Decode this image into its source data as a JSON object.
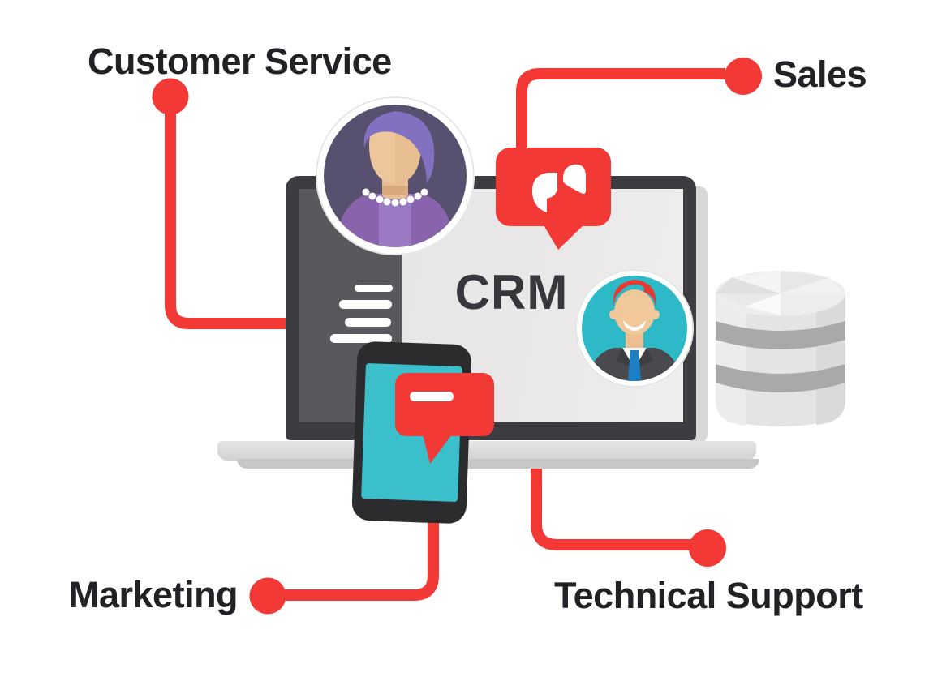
{
  "illustration": {
    "center_label": "CRM",
    "branches": [
      {
        "id": "customer-service",
        "label": "Customer Service",
        "position": "top-left"
      },
      {
        "id": "sales",
        "label": "Sales",
        "position": "top-right"
      },
      {
        "id": "marketing",
        "label": "Marketing",
        "position": "bottom-left"
      },
      {
        "id": "technical-support",
        "label": "Technical Support",
        "position": "bottom-right"
      }
    ],
    "icons": [
      {
        "name": "woman-avatar",
        "desc": "female customer portrait in white-ringed circle"
      },
      {
        "name": "man-avatar",
        "desc": "male agent portrait in white-ringed circle"
      },
      {
        "name": "phone-call-bubble-icon",
        "desc": "red speech bubble with white phone handset"
      },
      {
        "name": "chat-message-bubble-icon",
        "desc": "red speech bubble with white message line"
      },
      {
        "name": "laptop",
        "desc": "laptop computer showing CRM screen"
      },
      {
        "name": "smartphone",
        "desc": "mobile phone with teal screen"
      },
      {
        "name": "database-icon",
        "desc": "gray database cylinder"
      }
    ]
  },
  "colors": {
    "accent_red": "#f33936",
    "label_text": "#222126",
    "crm_text": "#38373b",
    "laptop_frame": "#3d3c40",
    "screen_sidebar": "#59585c",
    "screen_bg": "#ebe9e9",
    "teal": "#3bbfca",
    "purple_bg": "#57506e",
    "hair_purple": "#8270c0",
    "teal_bg": "#2db9c8",
    "hair_red": "#e73a30",
    "database_gray": "#e4e4e4"
  }
}
